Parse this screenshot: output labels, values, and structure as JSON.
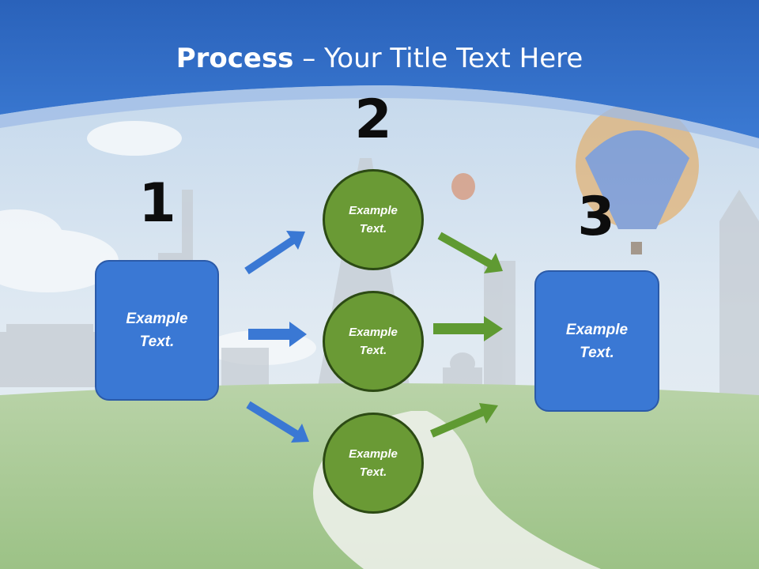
{
  "title": {
    "bold": "Process",
    "rest": " – Your Title Text Here"
  },
  "steps": [
    {
      "number": "1",
      "text": "Example Text."
    },
    {
      "number": "2",
      "items": [
        "Example Text.",
        "Example Text.",
        "Example Text."
      ]
    },
    {
      "number": "3",
      "text": "Example Text."
    }
  ],
  "colors": {
    "header_blue": "#2f6dc8",
    "box_blue": "#3a78d4",
    "circle_green": "#6a9a35",
    "arrow_blue": "#3a78d4",
    "arrow_green": "#5f9a32"
  }
}
